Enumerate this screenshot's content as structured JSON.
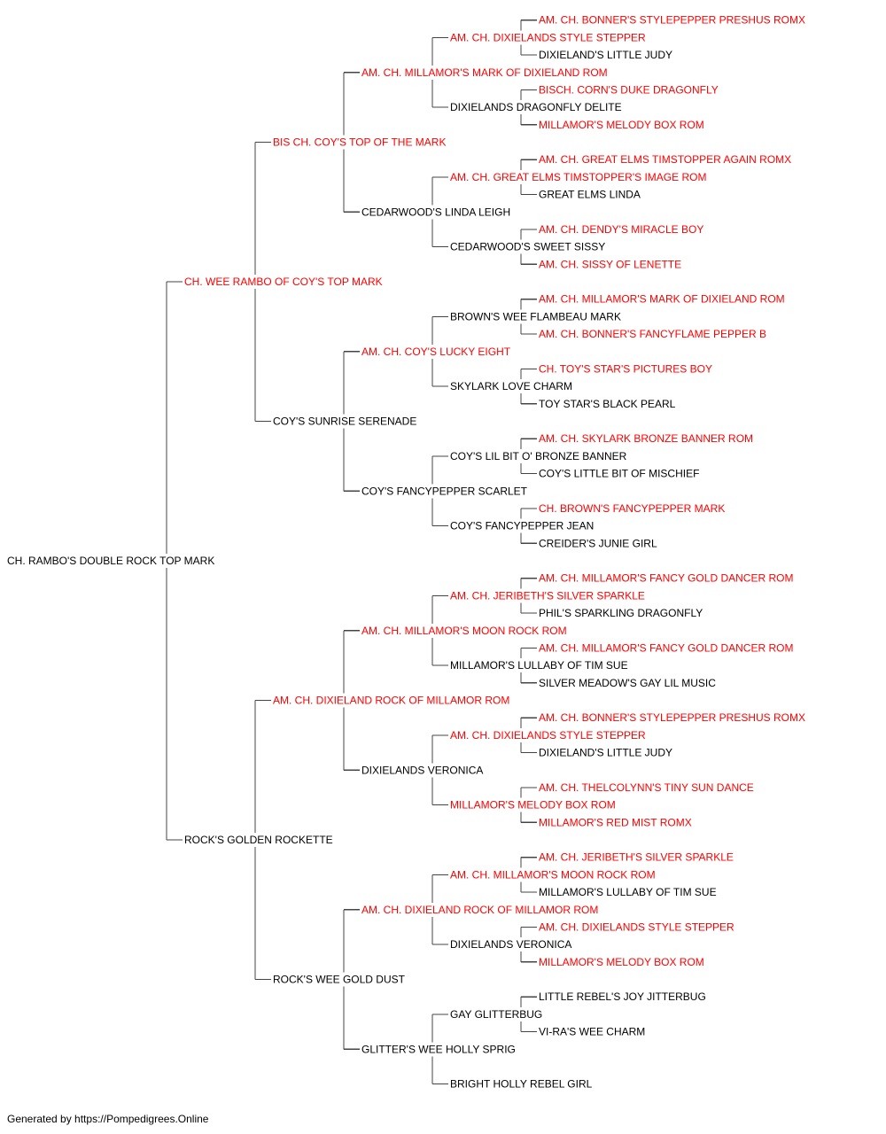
{
  "colors": {
    "titled": "#ff0000",
    "plain": "#000000",
    "line": "#444444"
  },
  "pedigree": {
    "name": "CH. RAMBO'S DOUBLE ROCK TOP MARK",
    "titled": false,
    "sire": {
      "name": "CH. WEE RAMBO OF COY'S TOP MARK",
      "titled": true,
      "sire": {
        "name": "BIS CH. COY'S TOP OF THE MARK",
        "titled": true,
        "sire": {
          "name": "AM. CH. MILLAMOR'S MARK OF DIXIELAND ROM",
          "titled": true,
          "sire": {
            "name": "AM. CH. DIXIELANDS STYLE STEPPER",
            "titled": true,
            "sire": {
              "name": "AM. CH. BONNER'S STYLEPEPPER PRESHUS ROMX",
              "titled": true
            },
            "dam": {
              "name": "DIXIELAND'S LITTLE JUDY",
              "titled": false
            }
          },
          "dam": {
            "name": "DIXIELANDS DRAGONFLY DELITE",
            "titled": false,
            "sire": {
              "name": "BISCH. CORN'S DUKE DRAGONFLY",
              "titled": true
            },
            "dam": {
              "name": "MILLAMOR'S MELODY BOX ROM",
              "titled": true
            }
          }
        },
        "dam": {
          "name": "CEDARWOOD'S LINDA LEIGH",
          "titled": false,
          "sire": {
            "name": "AM. CH. GREAT ELMS TIMSTOPPER'S IMAGE ROM",
            "titled": true,
            "sire": {
              "name": "AM. CH. GREAT ELMS TIMSTOPPER AGAIN ROMX",
              "titled": true
            },
            "dam": {
              "name": "GREAT ELMS LINDA",
              "titled": false
            }
          },
          "dam": {
            "name": "CEDARWOOD'S SWEET SISSY",
            "titled": false,
            "sire": {
              "name": "AM. CH. DENDY'S MIRACLE BOY",
              "titled": true
            },
            "dam": {
              "name": "AM. CH. SISSY OF LENETTE",
              "titled": true
            }
          }
        }
      },
      "dam": {
        "name": "COY'S SUNRISE SERENADE",
        "titled": false,
        "sire": {
          "name": "AM. CH. COY'S LUCKY EIGHT",
          "titled": true,
          "sire": {
            "name": "BROWN'S WEE FLAMBEAU MARK",
            "titled": false,
            "sire": {
              "name": "AM. CH. MILLAMOR'S MARK OF DIXIELAND ROM",
              "titled": true
            },
            "dam": {
              "name": "AM. CH. BONNER'S FANCYFLAME PEPPER B",
              "titled": true
            }
          },
          "dam": {
            "name": "SKYLARK LOVE CHARM",
            "titled": false,
            "sire": {
              "name": "CH. TOY'S STAR'S PICTURES BOY",
              "titled": true
            },
            "dam": {
              "name": "TOY STAR'S BLACK PEARL",
              "titled": false
            }
          }
        },
        "dam": {
          "name": "COY'S FANCYPEPPER SCARLET",
          "titled": false,
          "sire": {
            "name": "COY'S LIL BIT O' BRONZE BANNER",
            "titled": false,
            "sire": {
              "name": "AM. CH. SKYLARK BRONZE BANNER ROM",
              "titled": true
            },
            "dam": {
              "name": "COY'S LITTLE BIT OF MISCHIEF",
              "titled": false
            }
          },
          "dam": {
            "name": "COY'S FANCYPEPPER JEAN",
            "titled": false,
            "sire": {
              "name": "CH. BROWN'S FANCYPEPPER MARK",
              "titled": true
            },
            "dam": {
              "name": "CREIDER'S JUNIE GIRL",
              "titled": false
            }
          }
        }
      }
    },
    "dam": {
      "name": "ROCK'S GOLDEN ROCKETTE",
      "titled": false,
      "sire": {
        "name": "AM. CH. DIXIELAND ROCK OF MILLAMOR ROM",
        "titled": true,
        "sire": {
          "name": "AM. CH. MILLAMOR'S MOON ROCK ROM",
          "titled": true,
          "sire": {
            "name": "AM. CH. JERIBETH'S SILVER SPARKLE",
            "titled": true,
            "sire": {
              "name": "AM. CH. MILLAMOR'S FANCY GOLD DANCER ROM",
              "titled": true
            },
            "dam": {
              "name": "PHIL'S SPARKLING DRAGONFLY",
              "titled": false
            }
          },
          "dam": {
            "name": "MILLAMOR'S LULLABY OF TIM SUE",
            "titled": false,
            "sire": {
              "name": "AM. CH. MILLAMOR'S FANCY GOLD DANCER ROM",
              "titled": true
            },
            "dam": {
              "name": "SILVER MEADOW'S GAY LIL MUSIC",
              "titled": false
            }
          }
        },
        "dam": {
          "name": "DIXIELANDS VERONICA",
          "titled": false,
          "sire": {
            "name": "AM. CH. DIXIELANDS STYLE STEPPER",
            "titled": true,
            "sire": {
              "name": "AM. CH. BONNER'S STYLEPEPPER PRESHUS ROMX",
              "titled": true
            },
            "dam": {
              "name": "DIXIELAND'S LITTLE JUDY",
              "titled": false
            }
          },
          "dam": {
            "name": "MILLAMOR'S MELODY BOX ROM",
            "titled": true,
            "sire": {
              "name": "AM. CH. THELCOLYNN'S TINY SUN DANCE",
              "titled": true
            },
            "dam": {
              "name": "MILLAMOR'S RED MIST ROMX",
              "titled": true
            }
          }
        }
      },
      "dam": {
        "name": "ROCK'S WEE GOLD DUST",
        "titled": false,
        "sire": {
          "name": "AM. CH. DIXIELAND ROCK OF MILLAMOR ROM",
          "titled": true,
          "sire": {
            "name": "AM. CH. MILLAMOR'S MOON ROCK ROM",
            "titled": true,
            "sire": {
              "name": "AM. CH. JERIBETH'S SILVER SPARKLE",
              "titled": true
            },
            "dam": {
              "name": "MILLAMOR'S LULLABY OF TIM SUE",
              "titled": false
            }
          },
          "dam": {
            "name": "DIXIELANDS VERONICA",
            "titled": false,
            "sire": {
              "name": "AM. CH. DIXIELANDS STYLE STEPPER",
              "titled": true
            },
            "dam": {
              "name": "MILLAMOR'S MELODY BOX ROM",
              "titled": true
            }
          }
        },
        "dam": {
          "name": "GLITTER'S WEE HOLLY SPRIG",
          "titled": false,
          "sire": {
            "name": "GAY GLITTERBUG",
            "titled": false,
            "sire": {
              "name": "LITTLE REBEL'S JOY JITTERBUG",
              "titled": false
            },
            "dam": {
              "name": "VI-RA'S WEE CHARM",
              "titled": false
            }
          },
          "dam": {
            "name": "BRIGHT HOLLY REBEL GIRL",
            "titled": false
          }
        }
      }
    }
  },
  "footer": {
    "text": "Generated by https://Pompedigrees.Online"
  }
}
